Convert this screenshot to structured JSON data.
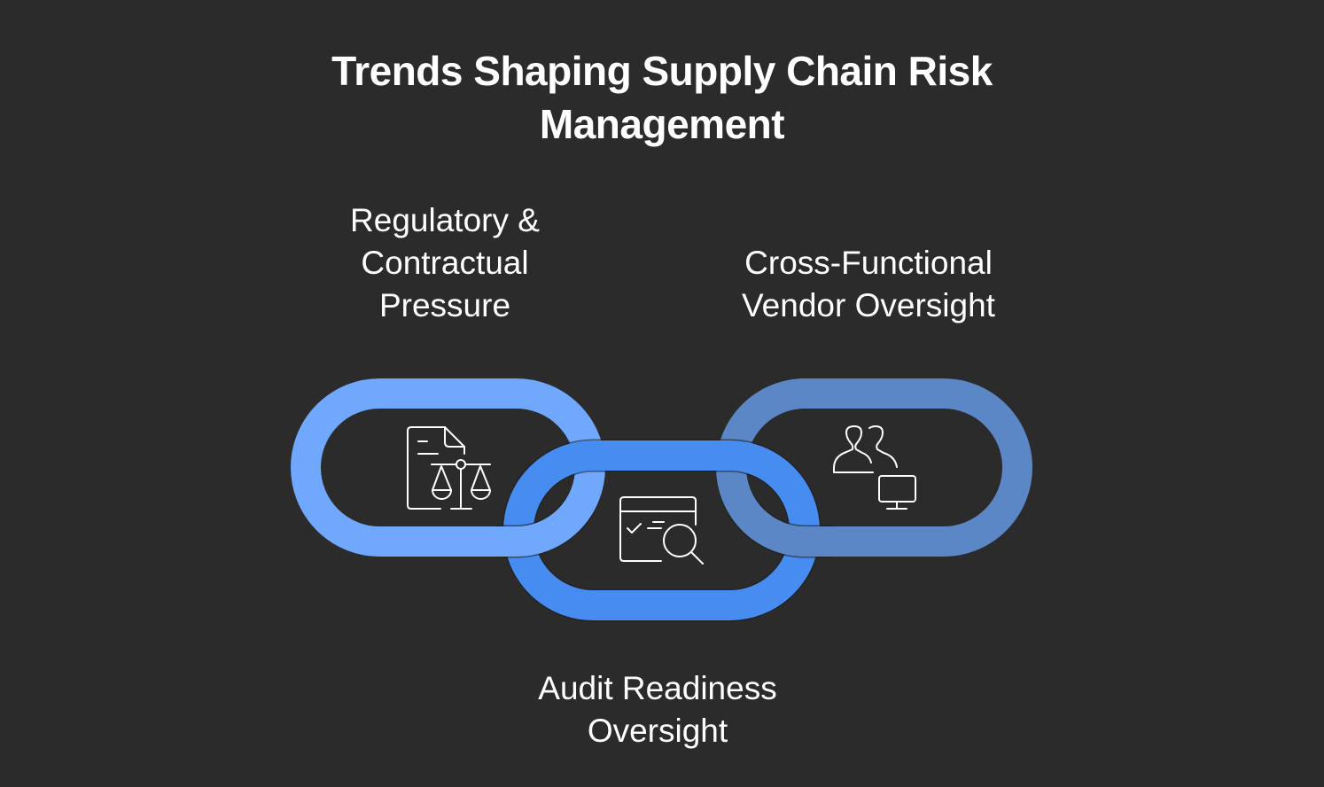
{
  "title": {
    "line1": "Trends Shaping Supply Chain Risk",
    "line2": "Management"
  },
  "links": [
    {
      "id": "left",
      "label_lines": [
        "Regulatory &",
        "Contractual",
        "Pressure"
      ],
      "icon": "document-scales-icon",
      "color": "#6fa8fc"
    },
    {
      "id": "middle",
      "label_lines": [
        "Audit Readiness",
        "Oversight"
      ],
      "icon": "checklist-magnifier-icon",
      "color": "#478cf0"
    },
    {
      "id": "right",
      "label_lines": [
        "Cross-Functional",
        "Vendor Oversight"
      ],
      "icon": "users-monitor-icon",
      "color": "#5b87c7"
    }
  ],
  "colors": {
    "background": "#2b2b2b",
    "text": "#ffffff"
  }
}
